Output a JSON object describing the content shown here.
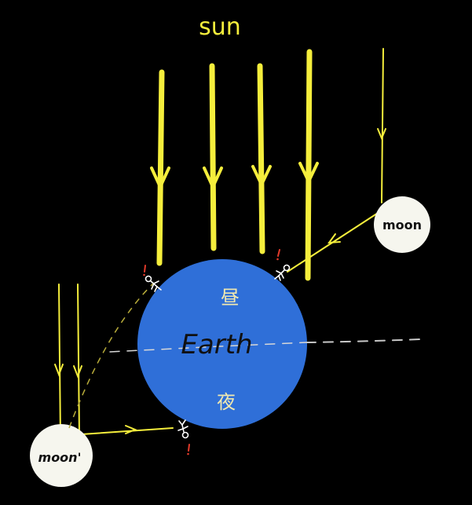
{
  "labels": {
    "sun": "sun",
    "earth": "Earth",
    "day": "昼",
    "night": "夜",
    "moon_right": "moon",
    "moon_left": "moon'"
  },
  "colors": {
    "background": "#000000",
    "sun_ray": "#f5ee3c",
    "earth": "#2f6fd8",
    "moon": "#f6f6ee",
    "person": "#ffffff",
    "exclaim": "#e23a2a"
  }
}
